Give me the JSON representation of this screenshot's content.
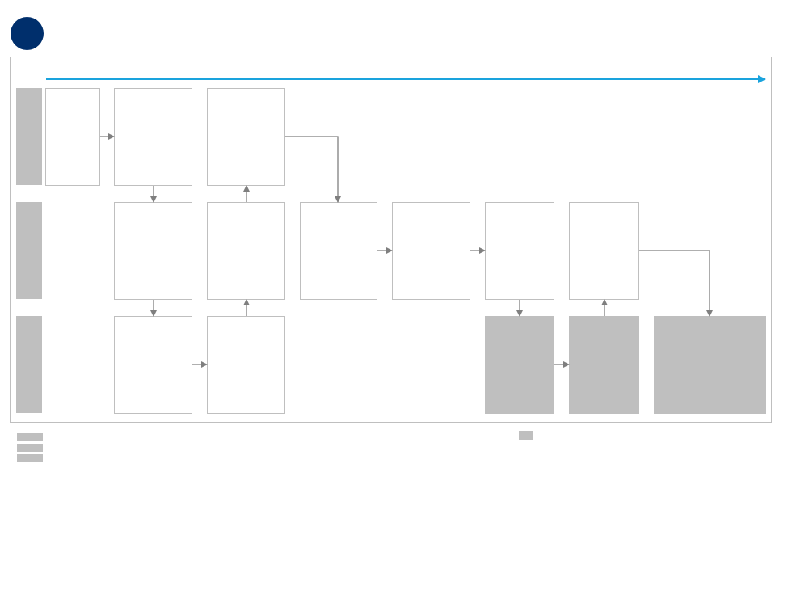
{
  "colors": {
    "brand": "#002f6c",
    "timeline_arrow": "#1aa3dd",
    "connector": "#7f7f7f",
    "box_border": "#bfbfbf",
    "filled_box": "#bfbfbf",
    "lane_label": "#bfbfbf"
  },
  "header": {
    "logo_icon": "brand-circle-icon",
    "title": ""
  },
  "diagram": {
    "swimlanes": [
      {
        "id": "lane-1",
        "label": ""
      },
      {
        "id": "lane-2",
        "label": ""
      },
      {
        "id": "lane-3",
        "label": ""
      }
    ],
    "steps": [
      {
        "id": "step-a",
        "lane": 1,
        "label": "",
        "filled": false
      },
      {
        "id": "step-b",
        "lane": 1,
        "label": "",
        "filled": false
      },
      {
        "id": "step-c",
        "lane": 1,
        "label": "",
        "filled": false
      },
      {
        "id": "step-d",
        "lane": 2,
        "label": "",
        "filled": false
      },
      {
        "id": "step-e",
        "lane": 2,
        "label": "",
        "filled": false
      },
      {
        "id": "step-f",
        "lane": 2,
        "label": "",
        "filled": false
      },
      {
        "id": "step-g",
        "lane": 2,
        "label": "",
        "filled": false
      },
      {
        "id": "step-h",
        "lane": 2,
        "label": "",
        "filled": false
      },
      {
        "id": "step-i",
        "lane": 2,
        "label": "",
        "filled": false
      },
      {
        "id": "step-j",
        "lane": 3,
        "label": "",
        "filled": false
      },
      {
        "id": "step-k",
        "lane": 3,
        "label": "",
        "filled": false
      },
      {
        "id": "step-l",
        "lane": 3,
        "label": "",
        "filled": true
      },
      {
        "id": "step-m",
        "lane": 3,
        "label": "",
        "filled": true
      },
      {
        "id": "step-n",
        "lane": 3,
        "label": "",
        "filled": true
      }
    ],
    "connections": [
      {
        "from": "step-a",
        "to": "step-b"
      },
      {
        "from": "step-b",
        "to": "step-d"
      },
      {
        "from": "step-e",
        "to": "step-c"
      },
      {
        "from": "step-c",
        "to": "step-f"
      },
      {
        "from": "step-d",
        "to": "step-j"
      },
      {
        "from": "step-k",
        "to": "step-e"
      },
      {
        "from": "step-j",
        "to": "step-k"
      },
      {
        "from": "step-f",
        "to": "step-g"
      },
      {
        "from": "step-g",
        "to": "step-h"
      },
      {
        "from": "step-h",
        "to": "step-l"
      },
      {
        "from": "step-l",
        "to": "step-m"
      },
      {
        "from": "step-m",
        "to": "step-i"
      },
      {
        "from": "step-i",
        "to": "step-n"
      }
    ]
  },
  "legend": {
    "left_items": [
      {
        "label": ""
      },
      {
        "label": ""
      },
      {
        "label": ""
      }
    ],
    "right_item": {
      "label": ""
    }
  }
}
